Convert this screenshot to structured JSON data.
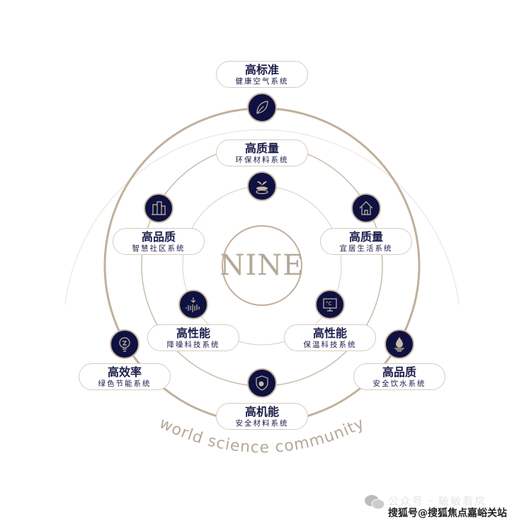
{
  "center": {
    "logo": "NINE"
  },
  "arc_text": "world science community",
  "nodes": [
    {
      "id": "air",
      "title": "高标准",
      "subtitle": "健康空气系统",
      "icon": "leaf-icon"
    },
    {
      "id": "material",
      "title": "高质量",
      "subtitle": "环保材料系统",
      "icon": "sprout-icon"
    },
    {
      "id": "smart",
      "title": "高品质",
      "subtitle": "智慧社区系统",
      "icon": "buildings-icon"
    },
    {
      "id": "living",
      "title": "高质量",
      "subtitle": "宜居生活系统",
      "icon": "house-icon"
    },
    {
      "id": "noise",
      "title": "高性能",
      "subtitle": "降噪科技系统",
      "icon": "soundwave-icon"
    },
    {
      "id": "thermal",
      "title": "高性能",
      "subtitle": "保温科技系统",
      "icon": "thermometer-screen-icon"
    },
    {
      "id": "energy",
      "title": "高效率",
      "subtitle": "绿色节能系统",
      "icon": "energy-bulb-icon"
    },
    {
      "id": "water",
      "title": "高品质",
      "subtitle": "安全饮水系统",
      "icon": "water-drop-icon"
    },
    {
      "id": "safety",
      "title": "高机能",
      "subtitle": "安全材料系统",
      "icon": "shield-icon"
    }
  ],
  "watermark": {
    "faint": "公众号 · 敏敏看房",
    "main": "搜狐号@搜狐焦点嘉峪关站"
  },
  "colors": {
    "navy": "#0f1240",
    "gold": "#b5a898"
  }
}
